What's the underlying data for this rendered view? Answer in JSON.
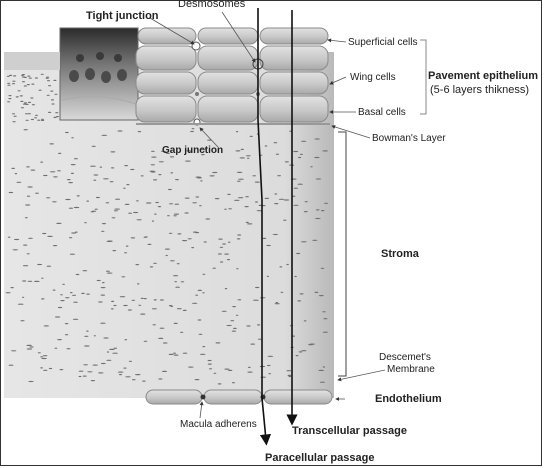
{
  "labels": {
    "desmosomes": "Desmosomes",
    "tight_junction": "Tight junction",
    "superficial_cells": "Superficial cells",
    "wing_cells": "Wing  cells",
    "basal_cells": "Basal cells",
    "pavement_epithelium": "Pavement epithelium",
    "layers_note": "(5-6 layers thikness)",
    "gap_junction": "Gap junction",
    "bowmans_layer": "Bowman's Layer",
    "stroma": "Stroma",
    "descemets_line1": "Descemet's",
    "descemets_line2": "Membrane",
    "endothelium": "Endothelium",
    "macula_adherens": "Macula adherens",
    "transcellular_passage": "Transcellular passage",
    "paracellular_passage": "Paracellular passage"
  },
  "colors": {
    "stroma": "#e4e4e4",
    "cells": "#c9c9c9",
    "cell_edge": "#8a8a8a",
    "arrow": "#111111",
    "text": "#222222"
  }
}
